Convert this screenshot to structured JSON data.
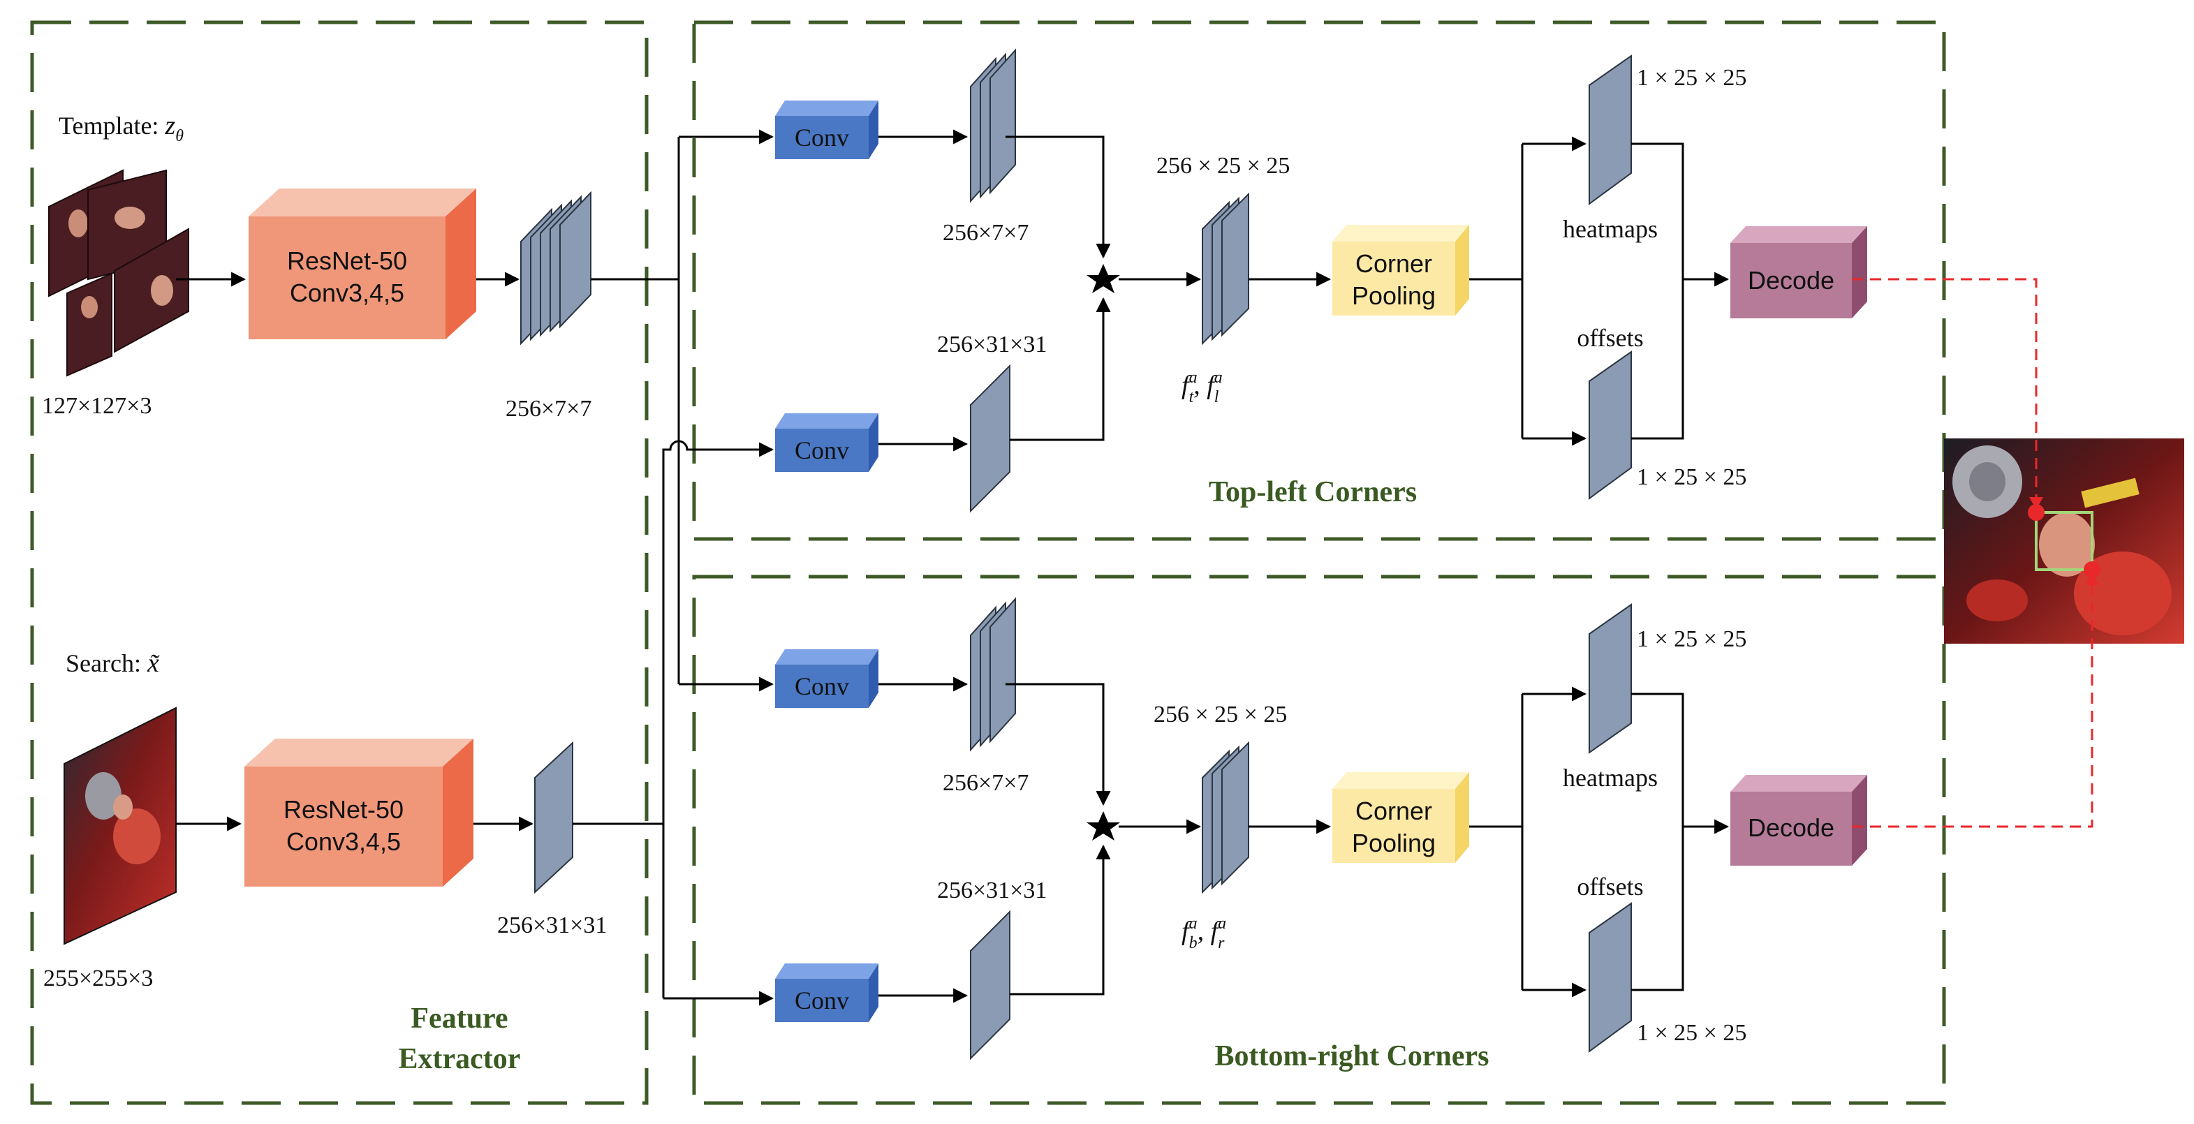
{
  "sections": {
    "feature_extractor": [
      "Feature",
      "Extractor"
    ],
    "top_left": "Top-left Corners",
    "bottom_right": "Bottom-right Corners"
  },
  "inputs": {
    "template_label": "Template: ",
    "template_symbol": "z",
    "template_subscript": "θ",
    "template_size": "127×127×3",
    "search_label": "Search: ",
    "search_symbol": "x̃",
    "search_size": "255×255×3"
  },
  "blocks": {
    "resnet": [
      "ResNet-50",
      "Conv3,4,5"
    ],
    "conv": "Conv",
    "corner_pooling": [
      "Corner",
      "Pooling"
    ],
    "decode": "Decode"
  },
  "dims": {
    "template_feat": "256×7×7",
    "search_feat": "256×31×31",
    "kernel": "256×7×7",
    "search_conv": "256×31×31",
    "corr_out": "256 × 25 × 25",
    "head": "1 × 25 × 25"
  },
  "outputs": {
    "heatmaps": "heatmaps",
    "offsets": "offsets"
  },
  "features": {
    "top_left": [
      "f",
      "a",
      "t",
      ", ",
      "f",
      "a",
      "l"
    ],
    "bottom_right": [
      "f",
      "a",
      "b",
      ", ",
      "f",
      "a",
      "r"
    ]
  },
  "colors": {
    "frame": "#3e5a27",
    "resnet": "#f0977a",
    "conv": "#4a78c4",
    "corner_pooling": "#fde9a6",
    "decode": "#b57b98",
    "feature_map": "#8a9bb3",
    "result_wire": "#e8282a"
  },
  "icons": {
    "correlation": "star-icon",
    "tracking_result": "tracking-result-image"
  }
}
